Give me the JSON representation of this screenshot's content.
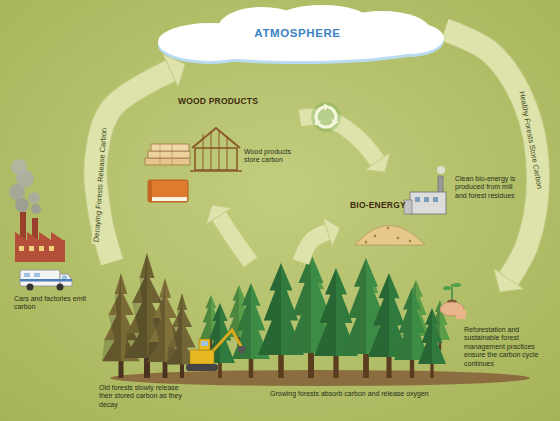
{
  "diagram": {
    "nodes": [
      {
        "text": [
          "ATMOSPHERE"
        ]
      },
      {
        "text": [
          "WOOD PRODUCTS",
          "Wood products store carbon"
        ]
      },
      {
        "text": [
          "BIO-ENERGY",
          "Clean bio-energy is produced from mill and forest residues"
        ]
      },
      {
        "text": [
          "Cars and factories emit carbon"
        ]
      },
      {
        "text": [
          "Old forests slowly release their stored carbon as they decay"
        ]
      },
      {
        "text": [
          "Growing forests absorb carbon and release oxygen"
        ]
      },
      {
        "text": [
          "Reforestation and sustainable forest management practices ensure the carbon cycle continues"
        ]
      }
    ],
    "edges": [
      {
        "from": 4,
        "to": 0,
        "arrow": "to",
        "label": "Decaying Forests Release Carbon"
      },
      {
        "from": 0,
        "to": 6,
        "arrow": "to",
        "label": "Healthy Forests Store Carbon"
      },
      {
        "from": 5,
        "to": 1,
        "arrow": "to"
      },
      {
        "from": 5,
        "to": 2,
        "arrow": "to"
      },
      {
        "from": 1,
        "to": 2,
        "arrow": "to"
      }
    ]
  }
}
